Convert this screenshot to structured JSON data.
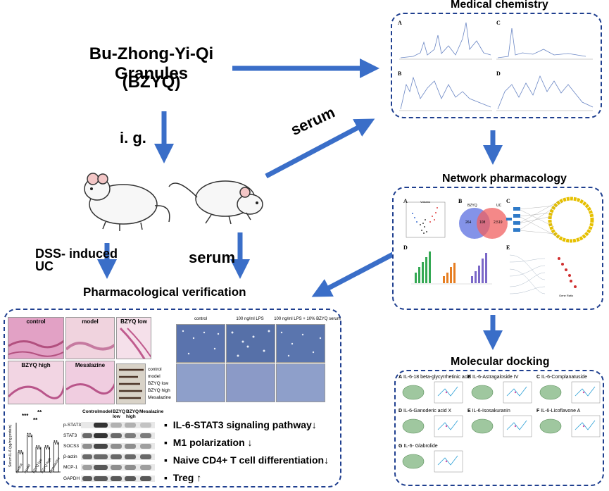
{
  "title": {
    "line1": "Bu-Zhong-Yi-Qi Granules",
    "line2": "(BZYQ)"
  },
  "flow_labels": {
    "ig": "i. g.",
    "serum_diag": "serum",
    "dss_line1": "DSS- induced",
    "dss_line2": "UC",
    "serum_down": "serum"
  },
  "sections": {
    "medical_chemistry": "Medical chemistry",
    "network_pharmacology": "Network pharmacology",
    "pharmacological_verification": "Pharmacological verification",
    "molecular_docking": "Molecular docking"
  },
  "chem_panels": [
    "A",
    "C",
    "B",
    "D"
  ],
  "network": {
    "panels": [
      "A",
      "B",
      "C",
      "D",
      "E"
    ],
    "venn_left": "BZYQ",
    "venn_right": "UC",
    "venn_left_count": "264",
    "venn_overlap_count": "108",
    "venn_right_count": "2,519",
    "volcano_title": "Volcano",
    "e_axis": "Gene Ratio"
  },
  "docking": [
    {
      "letter": "A",
      "label": "IL-6-18 beta-glycyrrhetinic acid"
    },
    {
      "letter": "B",
      "label": "IL-6-Astragaloside IV"
    },
    {
      "letter": "C",
      "label": "IL-6-Complanatuside"
    },
    {
      "letter": "D",
      "label": "IL-6-Ganoderic acid X"
    },
    {
      "letter": "E",
      "label": "IL-6-Isosakuranin"
    },
    {
      "letter": "F",
      "label": "IL-6-Licoflavone A"
    },
    {
      "letter": "G",
      "label": "IL-6- Glabrolide"
    }
  ],
  "histology": {
    "row1": [
      "control",
      "model",
      "BZYQ low"
    ],
    "row2": [
      "BZYQ high",
      "Mesalazine"
    ],
    "colon_legend": [
      "control",
      "model",
      "BZYQ low",
      "BZYQ high",
      "Mesalazine"
    ]
  },
  "micro": {
    "headers": [
      "control",
      "100 ng/ml LPS",
      "100 ng/ml LPS + 10% BZYQ serum"
    ]
  },
  "bar_chart": {
    "ylabel": "Serum IL-6 (pg/mg protein)",
    "sig": [
      "***",
      "**",
      "**"
    ],
    "categories": [
      "control",
      "model",
      "BZYQ low",
      "BZYQ high",
      "Mesalazine"
    ]
  },
  "chart_data": {
    "type": "bar",
    "categories": [
      "control",
      "model",
      "BZYQ low",
      "BZYQ high",
      "Mesalazine"
    ],
    "values": [
      8,
      15,
      10,
      10,
      12
    ],
    "ylim": [
      0,
      20
    ],
    "ylabel": "Serum IL-6 (pg/mg protein)"
  },
  "western": {
    "headers": [
      "Control",
      "model",
      "BZYQ low",
      "BZYQ high",
      "Mesalazine"
    ],
    "rows": [
      "p-STAT3",
      "STAT3",
      "SOCS3",
      "β-actin",
      "MCP-1",
      "GAPDH"
    ]
  },
  "bullets": [
    "IL-6-STAT3 signaling pathway↓",
    "M1 polarization ↓",
    "Naive CD4+ T cell differentiation↓",
    "Treg ↑"
  ],
  "colors": {
    "arrow": "#3a6ec8",
    "box_border": "#1f3f8f",
    "he_pink": "#e6a6c8"
  }
}
